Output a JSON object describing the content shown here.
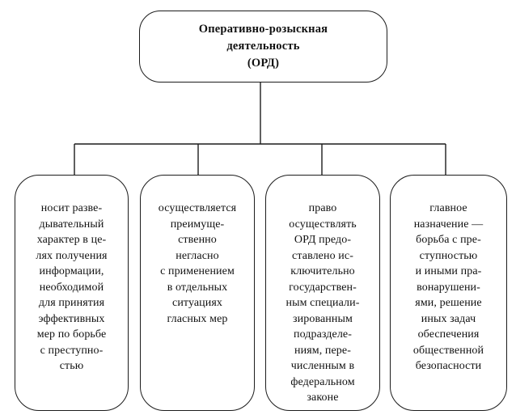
{
  "diagram": {
    "title": "Оперативно-розыскная деятельность (ОРД)",
    "root": {
      "text": "Оперативно-розыскная\nдеятельность\n(ОРД)"
    },
    "children": [
      {
        "text": "носит разве-\nдывательный\nхарактер в це-\nлях получения\nинформации,\nнеобходимой\nдля принятия\nэффективных\nмер по борьбе\nс преступно-\nстью"
      },
      {
        "text": "осуществляется\nпреимуще-\nственно\nнегласно\nс применением\nв отдельных\nситуациях\nгласных мер"
      },
      {
        "text": "право\nосуществлять\nОРД предо-\nставлено ис-\nключительно\nгосударствен-\nным специали-\nзированным\nподразделе-\nниям, пере-\nчисленным в\nфедеральном\nзаконе"
      },
      {
        "text": "главное\nназначение —\nборьба с пре-\nступностью\nи иными пра-\nвонарушени-\nями, решение\nиных задач\nобеспечения\nобщественной\nбезопасности"
      }
    ],
    "colors": {
      "line": "#1c1c1c",
      "text": "#111111",
      "background": "#ffffff"
    }
  }
}
